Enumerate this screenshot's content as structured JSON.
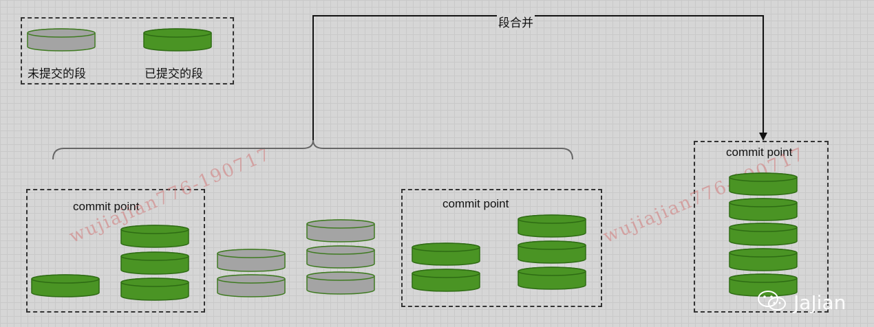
{
  "legend": {
    "uncommitted_label": "未提交的段",
    "committed_label": "已提交的段"
  },
  "merge_label": "段合并",
  "commit_point_label": "commit point",
  "watermark_text": "wujiajian776-190717",
  "brand_text": "JaJian",
  "colors": {
    "background": "#d6d6d6",
    "committed_fill": "#4a9424",
    "committed_stroke": "#2e6b14",
    "uncommitted_fill": "#a4a4a4",
    "uncommitted_stroke": "#3e7a20"
  }
}
